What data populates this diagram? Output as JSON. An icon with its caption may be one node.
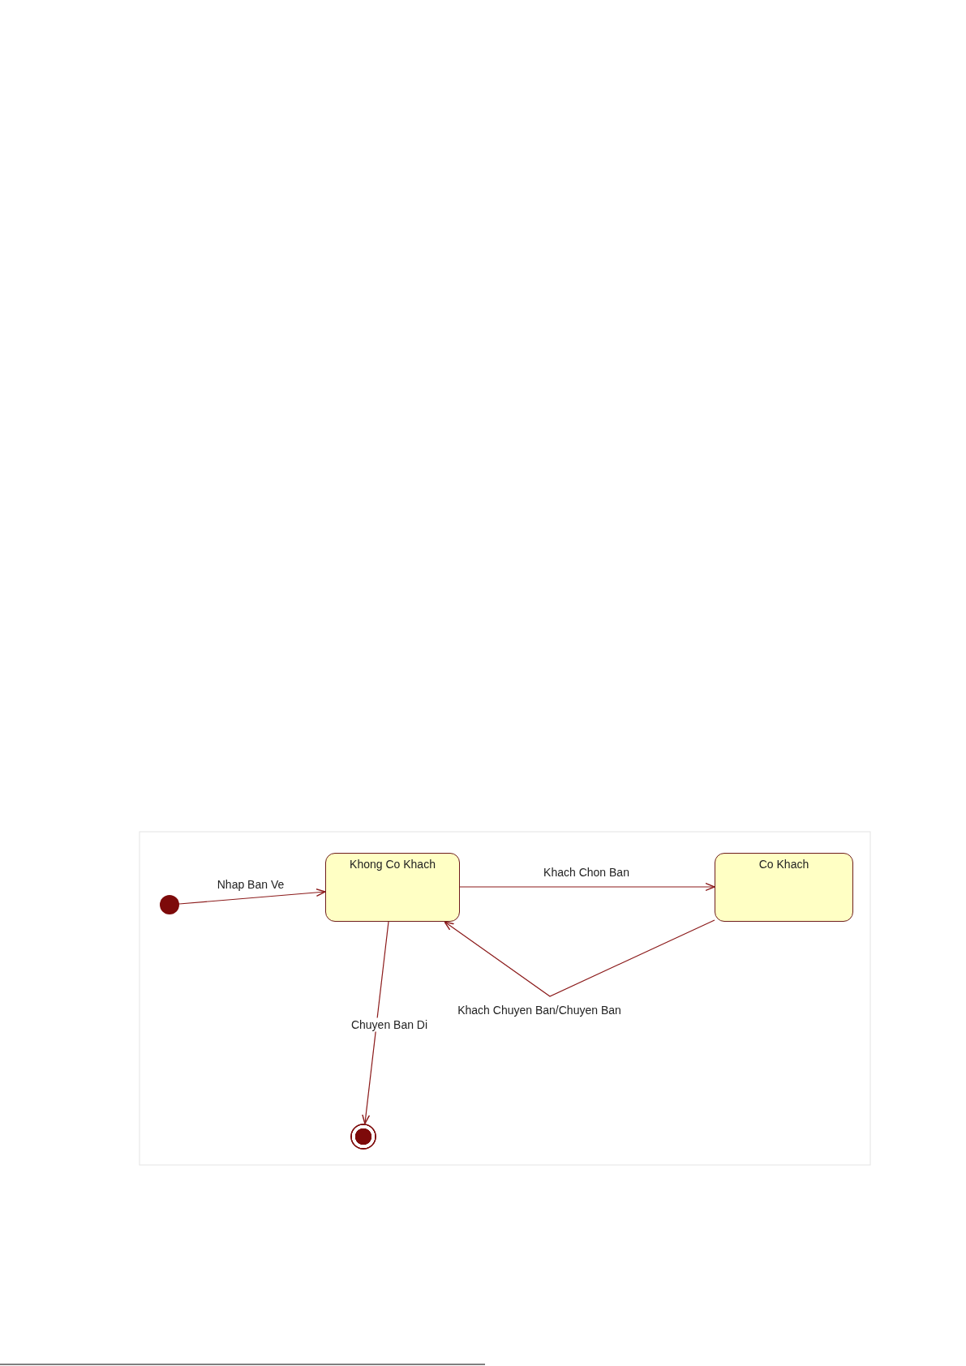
{
  "diagram": {
    "nodes": [
      {
        "text": [],
        "shape": "circle"
      },
      {
        "text": [
          "Khong Co Khach"
        ]
      },
      {
        "text": [
          "Co Khach"
        ]
      },
      {
        "text": [],
        "shape": "bullseye"
      }
    ],
    "edges": [
      {
        "from": 0,
        "to": 1,
        "arrow": "to",
        "label": "Nhap Ban Ve"
      },
      {
        "from": 1,
        "to": 2,
        "arrow": "to",
        "label": "Khach Chon Ban"
      },
      {
        "from": 2,
        "to": 1,
        "arrow": "to",
        "label": "Khach Chuyen Ban/Chuyen Ban"
      },
      {
        "from": 1,
        "to": 3,
        "arrow": "to",
        "label": "Chuyen Ban Di"
      }
    ]
  }
}
